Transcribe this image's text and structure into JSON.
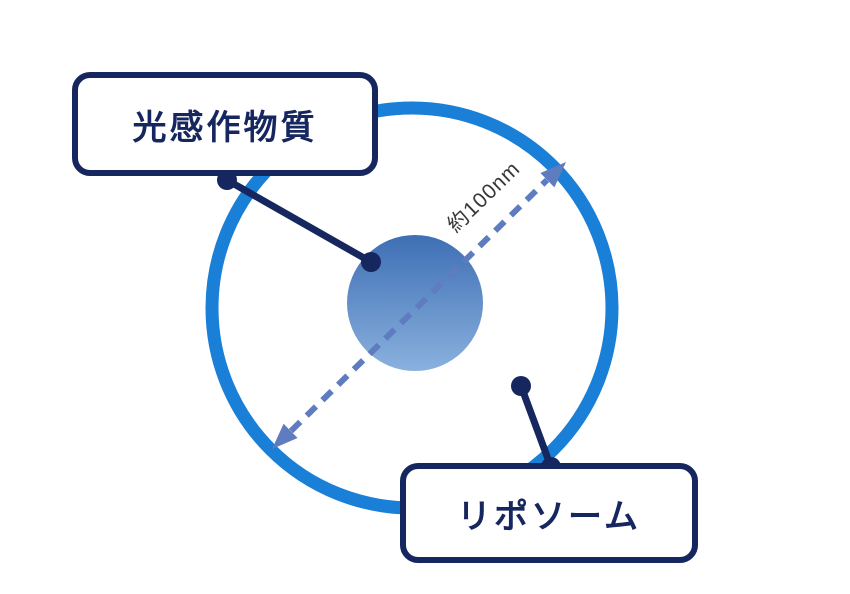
{
  "diagram": {
    "type": "labeled-diagram",
    "labels": {
      "photosensitizer": "光感作物質",
      "liposome": "リポソーム",
      "diameter": "約100nm"
    },
    "colors": {
      "ring_blue": "#1a7fd6",
      "navy": "#16265e",
      "arrow_blue": "#5f7cc0",
      "core_top": "#3e6fb4",
      "core_bottom": "#8ab1de",
      "annotation_text": "#383838",
      "background": "#ffffff"
    }
  }
}
